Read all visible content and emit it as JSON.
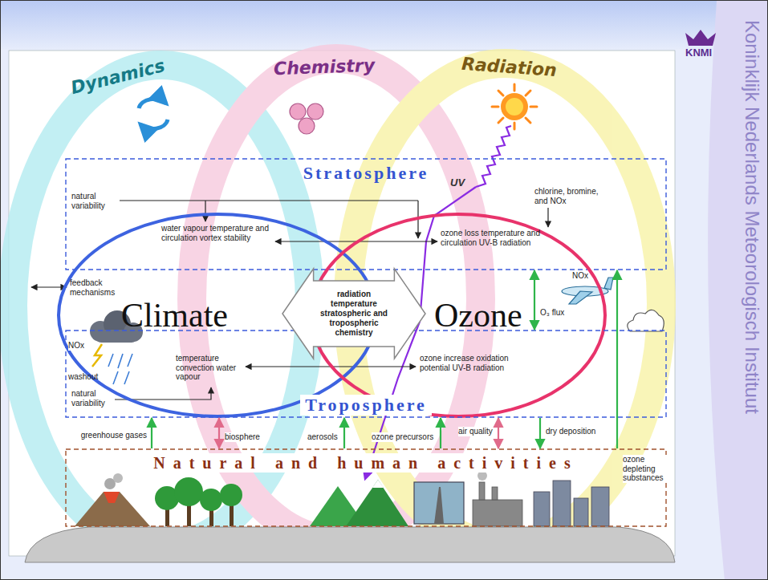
{
  "diagram": {
    "nodes": [
      {
        "text": [
          "Stratosphere"
        ]
      },
      {
        "text": [
          "Climate"
        ]
      },
      {
        "text": [
          "radiation temperature stratospheric and tropospheric chemistry"
        ]
      },
      {
        "text": [
          "Ozone"
        ]
      },
      {
        "text": [
          "Troposphere"
        ]
      },
      {
        "text": [
          "Natural and human activities"
        ]
      }
    ],
    "edges": [
      {
        "from": 5,
        "to": 4,
        "arrow": "to",
        "label": "greenhouse gases"
      },
      {
        "from": 4,
        "to": 5,
        "arrow": "both",
        "label": "biosphere"
      },
      {
        "from": 5,
        "to": 4,
        "arrow": "to",
        "label": "aerosols"
      },
      {
        "from": 5,
        "to": 4,
        "arrow": "to",
        "label": "ozone precursors"
      },
      {
        "from": 4,
        "to": 5,
        "arrow": "both",
        "label": "air quality"
      },
      {
        "from": 4,
        "to": 5,
        "arrow": "to",
        "label": "dry deposition"
      },
      {
        "from": 5,
        "to": 0,
        "arrow": "to",
        "label": "ozone depleting substances"
      },
      {
        "from": 0,
        "to": 4,
        "arrow": "both",
        "label": "O₃ flux"
      }
    ],
    "labels": [
      "Dynamics",
      "Chemistry",
      "Radiation",
      "UV",
      "natural variability",
      "water vapour temperature and circulation vortex stability",
      "ozone loss temperature and circulation UV-B radiation",
      "chlorine, bromine, and NOx",
      "feedback mechanisms",
      "NOx",
      "NOx",
      "washout",
      "temperature convection water vapour",
      "ozone increase oxidation potential UV-B radiation",
      "natural variability",
      "KNMI",
      "Koninklijk Nederlands Meteorologisch Instituut"
    ]
  }
}
